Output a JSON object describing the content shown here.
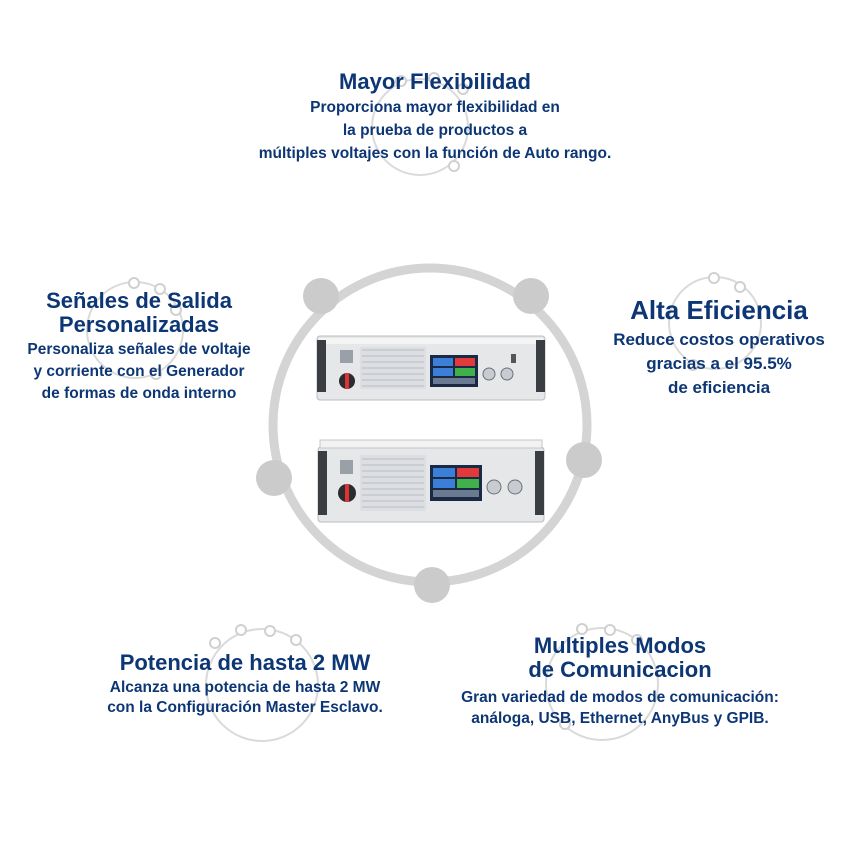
{
  "colors": {
    "text": "#0d3675",
    "ring": "#d4d4d4",
    "dot": "#cbcbcb",
    "thin_ring": "#d9d9d9"
  },
  "center_image": "device-photo",
  "features": {
    "flex": {
      "title": [
        "Mayor Flexibilidad"
      ],
      "desc": [
        "Proporciona mayor flexibilidad en",
        "la prueba de productos a",
        "múltiples voltajes con la función de Auto rango."
      ]
    },
    "senales": {
      "title": [
        "Señales de Salida",
        "Personalizadas"
      ],
      "desc": [
        "Personaliza señales de voltaje",
        "y corriente con el Generador",
        "de formas de onda interno"
      ]
    },
    "eficiencia": {
      "title": [
        "Alta Eficiencia"
      ],
      "desc": [
        "Reduce costos operativos",
        "gracias a el 95.5%",
        "de eficiencia"
      ]
    },
    "potencia": {
      "title": [
        "Potencia de hasta 2 MW"
      ],
      "desc": [
        "Alcanza una potencia de hasta 2 MW",
        "con la Configuración Master Esclavo."
      ]
    },
    "multiples": {
      "title": [
        "Multiples Modos",
        "de Comunicacion"
      ],
      "desc": [
        "Gran variedad de modos de comunicación:",
        "análoga, USB, Ethernet, AnyBus y GPIB."
      ]
    }
  }
}
